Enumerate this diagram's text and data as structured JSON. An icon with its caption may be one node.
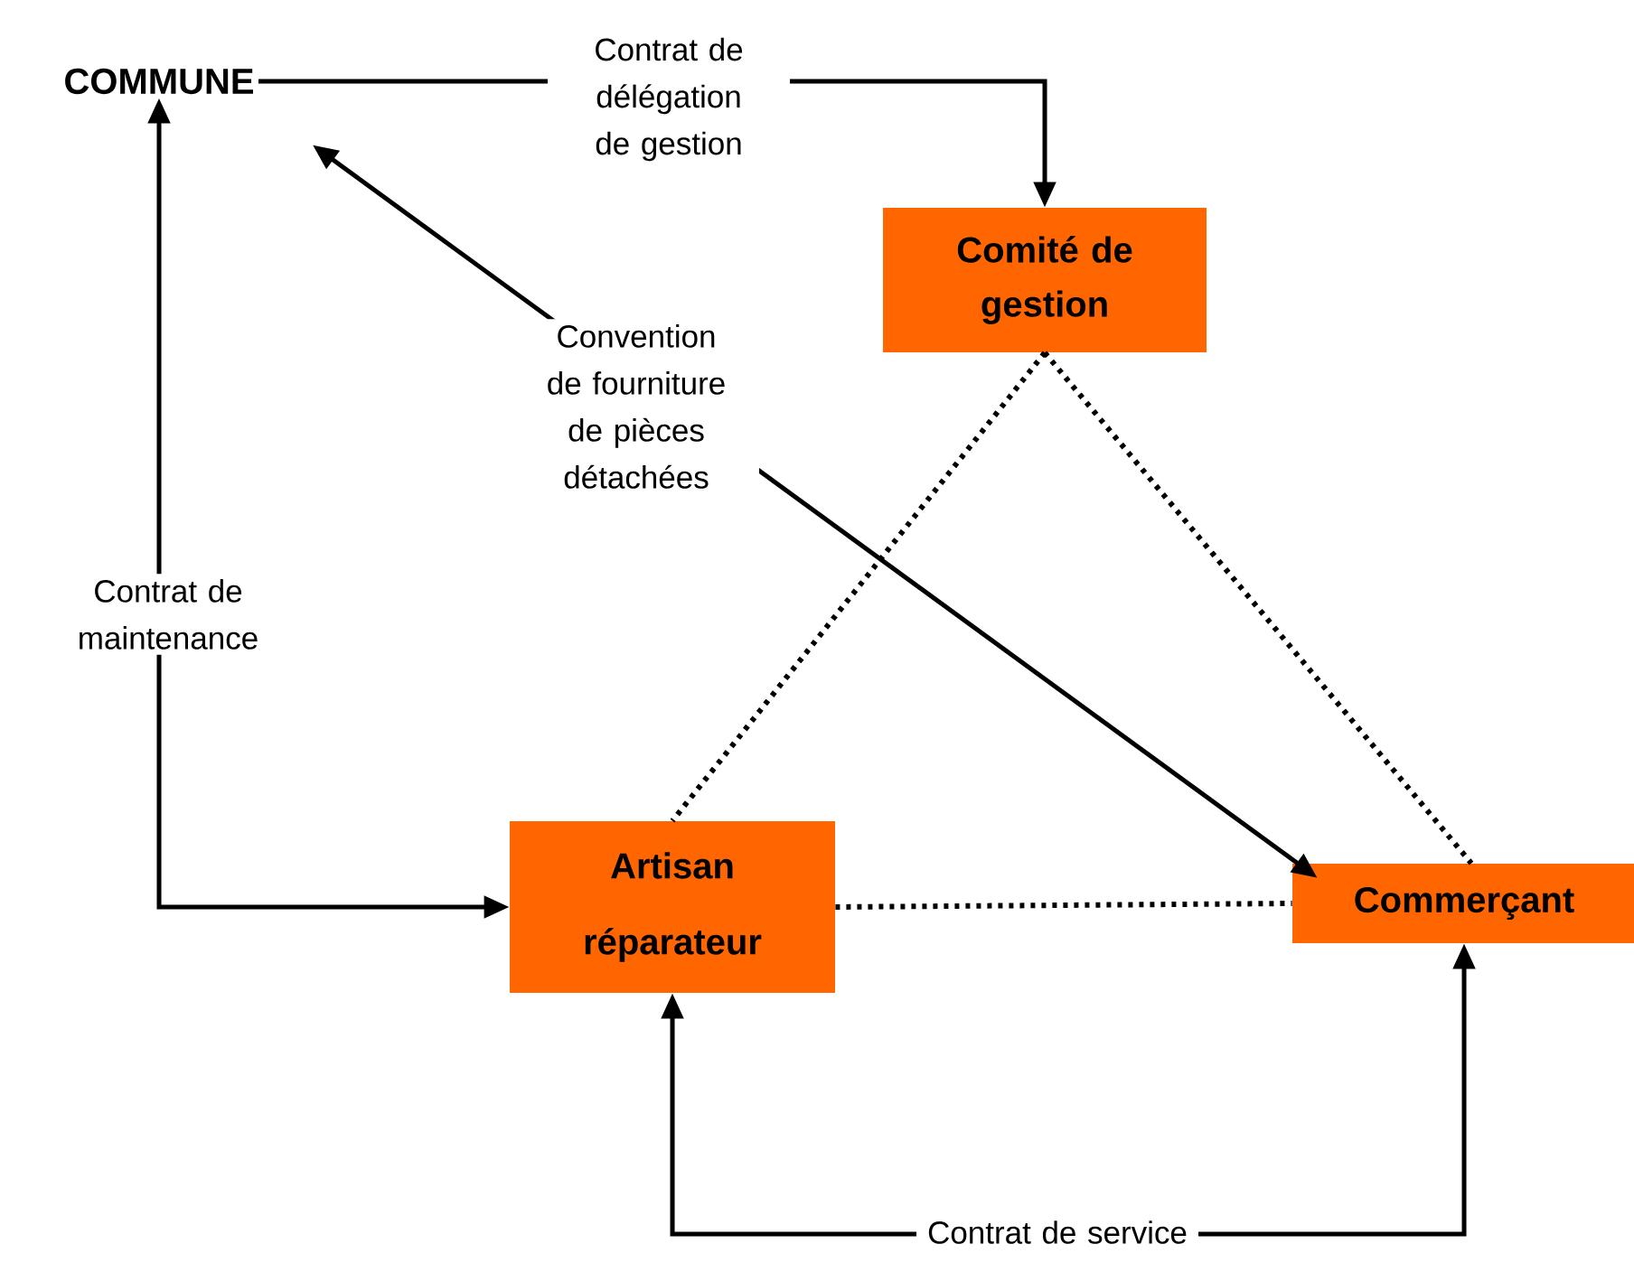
{
  "diagram": {
    "nodes": [
      {
        "text": [
          "COMMUNE"
        ]
      },
      {
        "text": [
          "Comité de gestion"
        ]
      },
      {
        "text": [
          "Artisan réparateur"
        ]
      },
      {
        "text": [
          "Commerçant"
        ]
      }
    ],
    "edges": [
      {
        "from": 0,
        "to": 1,
        "arrow": "to",
        "label": "Contrat de délégation de gestion"
      },
      {
        "from": 3,
        "to": 0,
        "arrow": "both",
        "label": "Convention de fourniture de pièces détachées"
      },
      {
        "from": 0,
        "to": 2,
        "arrow": "both",
        "label": "Contrat de maintenance"
      },
      {
        "from": 1,
        "to": 2,
        "arrow": "none",
        "style": "dashed"
      },
      {
        "from": 1,
        "to": 3,
        "arrow": "none",
        "style": "dashed"
      },
      {
        "from": 2,
        "to": 3,
        "arrow": "none",
        "style": "dashed"
      },
      {
        "from": 2,
        "to": 3,
        "arrow": "both",
        "label": "Contrat de service"
      }
    ]
  }
}
